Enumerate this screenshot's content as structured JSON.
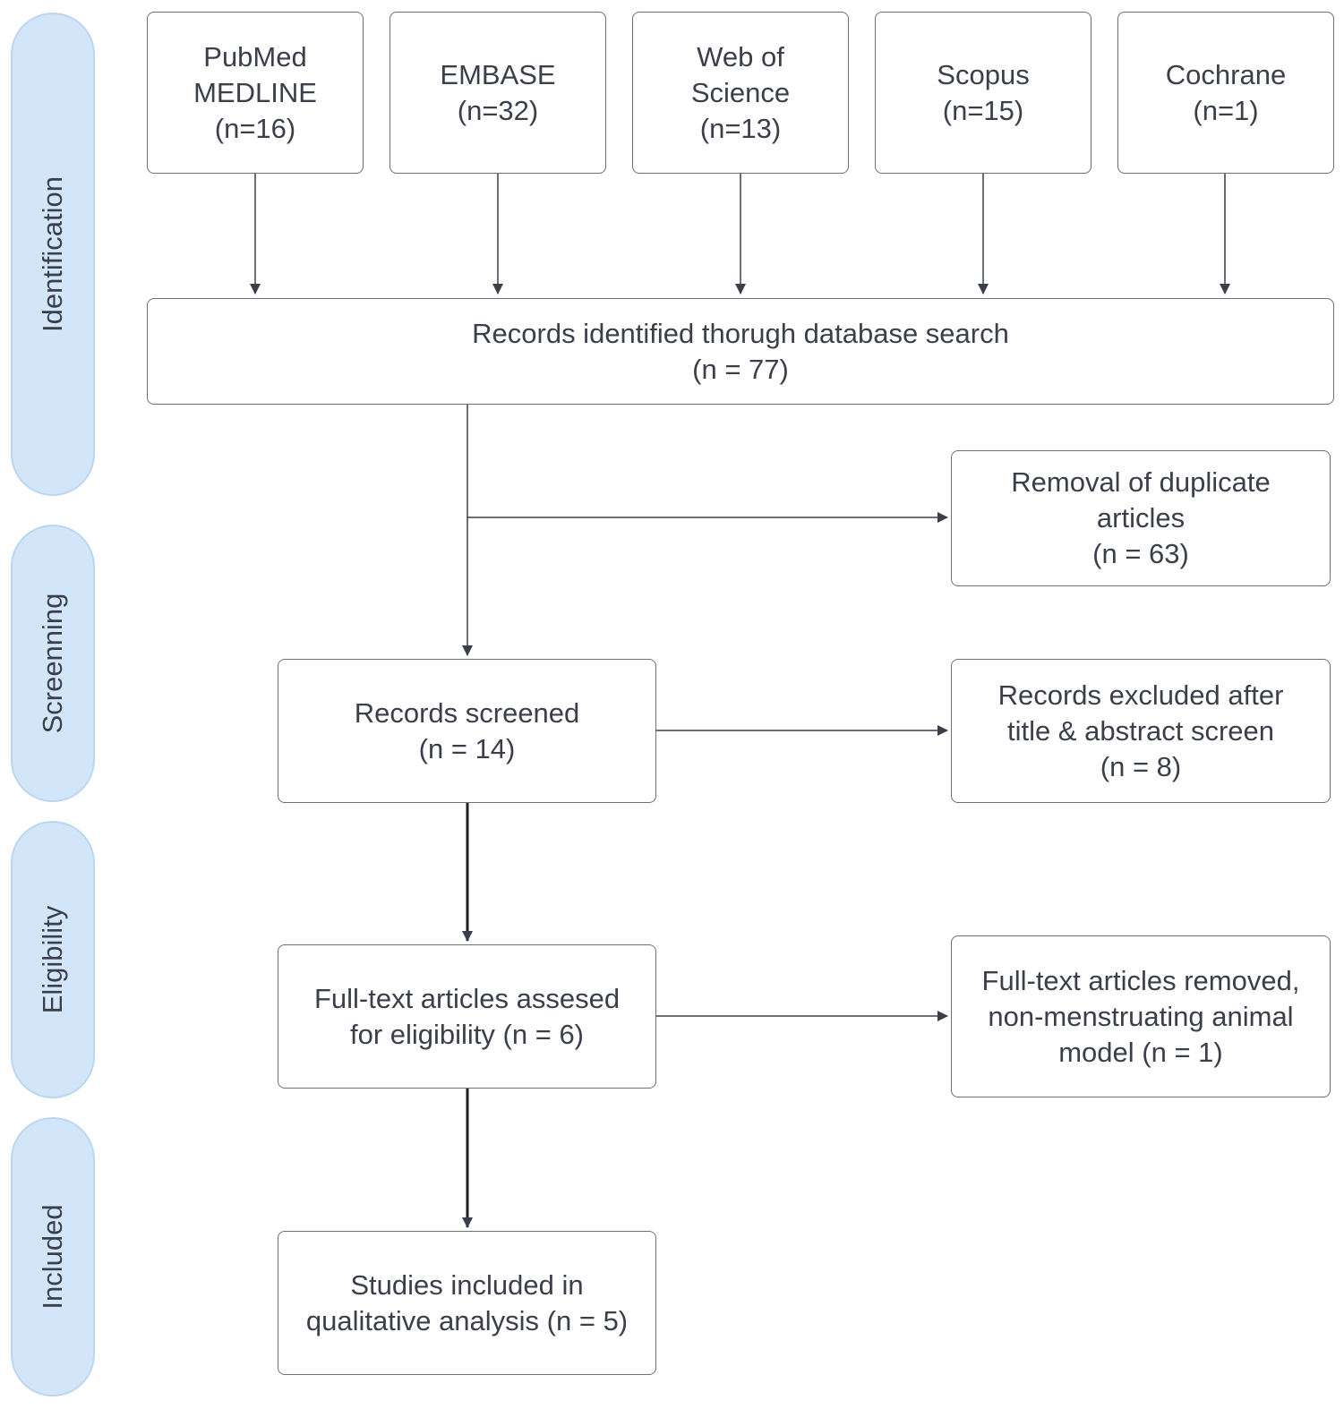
{
  "stages": [
    {
      "id": "identification",
      "label": "Identification"
    },
    {
      "id": "screening",
      "label": "Screenning"
    },
    {
      "id": "eligibility",
      "label": "Eligibility"
    },
    {
      "id": "included",
      "label": "Included"
    }
  ],
  "sources": [
    {
      "id": "pubmed",
      "text": "PubMed\nMEDLINE\n(n=16)"
    },
    {
      "id": "embase",
      "text": "EMBASE\n(n=32)"
    },
    {
      "id": "wos",
      "text": "Web of\nScience\n(n=13)"
    },
    {
      "id": "scopus",
      "text": "Scopus\n(n=15)"
    },
    {
      "id": "cochrane",
      "text": "Cochrane\n(n=1)"
    }
  ],
  "boxes": {
    "identified": "Records identified thorugh database search\n(n = 77)",
    "duplicates": "Removal of duplicate\narticles\n(n = 63)",
    "screened": "Records screened\n(n = 14)",
    "excluded_title": "Records excluded after\ntitle & abstract screen\n(n = 8)",
    "fulltext_assessed": "Full-text articles assesed\nfor eligibility (n = 6)",
    "fulltext_removed": "Full-text articles removed,\nnon-menstruating animal\nmodel  (n = 1)",
    "included": "Studies included in\nqualitative analysis (n = 5)"
  },
  "colors": {
    "stage_fill": "#d3e5f8",
    "stage_border": "#bcd6f1",
    "box_border": "#6b6f78",
    "arrow": "#3a3f4a",
    "text": "#3a3f4a"
  }
}
